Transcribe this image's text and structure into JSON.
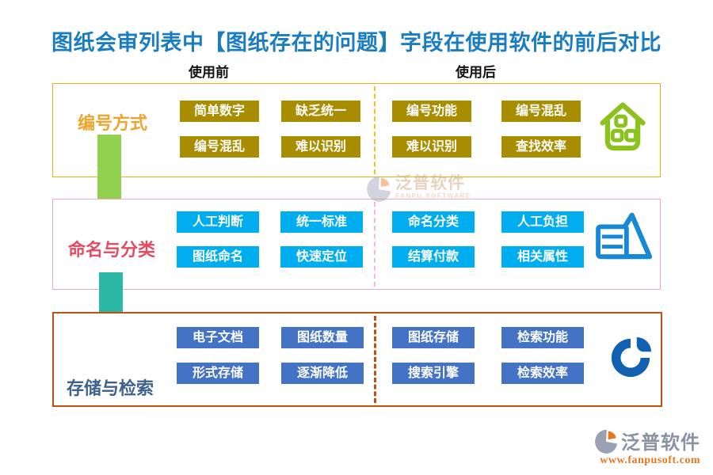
{
  "title": "图纸会审列表中【图纸存在的问题】字段在使用软件的前后对比",
  "title_color": "#1A7DC2",
  "column_headers": {
    "before": "使用前",
    "after": "使用后"
  },
  "rows": [
    {
      "label": "编号方式",
      "before": [
        "简单数字",
        "缺乏统一",
        "编号混乱",
        "难以识别"
      ],
      "after": [
        "编号功能",
        "编号混乱",
        "难以识别",
        "查找效率"
      ],
      "icon": "house-icon",
      "chip_color": "#A98D00",
      "border_color": "#E3B50E",
      "label_color": "#F0A42A",
      "icon_color": "#8CC21E"
    },
    {
      "label": "命名与分类",
      "before": [
        "人工判断",
        "统一标准",
        "图纸命名",
        "快速定位"
      ],
      "after": [
        "命名分类",
        "人工负担",
        "结算付款",
        "相关属性"
      ],
      "icon": "triangle-list-icon",
      "chip_color": "#00AEEF",
      "border_color": "#F4A7BC",
      "label_color": "#E34B63",
      "icon_color": "#1787D8"
    },
    {
      "label": "存储与检索",
      "before": [
        "电子文档",
        "图纸数量",
        "形式存储",
        "逐渐降低"
      ],
      "after": [
        "图纸存储",
        "检索功能",
        "搜索引擎",
        "检索效率"
      ],
      "icon": "pie-chart-icon",
      "chip_color": "#4472C4",
      "border_color": "#C4500F",
      "label_color": "#3F618F",
      "icon_color": "#1260B0"
    }
  ],
  "arrows": [
    {
      "direction": "down",
      "color": "#92D050"
    },
    {
      "direction": "down",
      "color": "#2BB9A5"
    }
  ],
  "watermark": {
    "brand": "泛普软件",
    "sub": "FANPU SOFTWARE"
  },
  "footer": {
    "brand": "泛普软件",
    "url": "www.fanpusoft.com"
  }
}
